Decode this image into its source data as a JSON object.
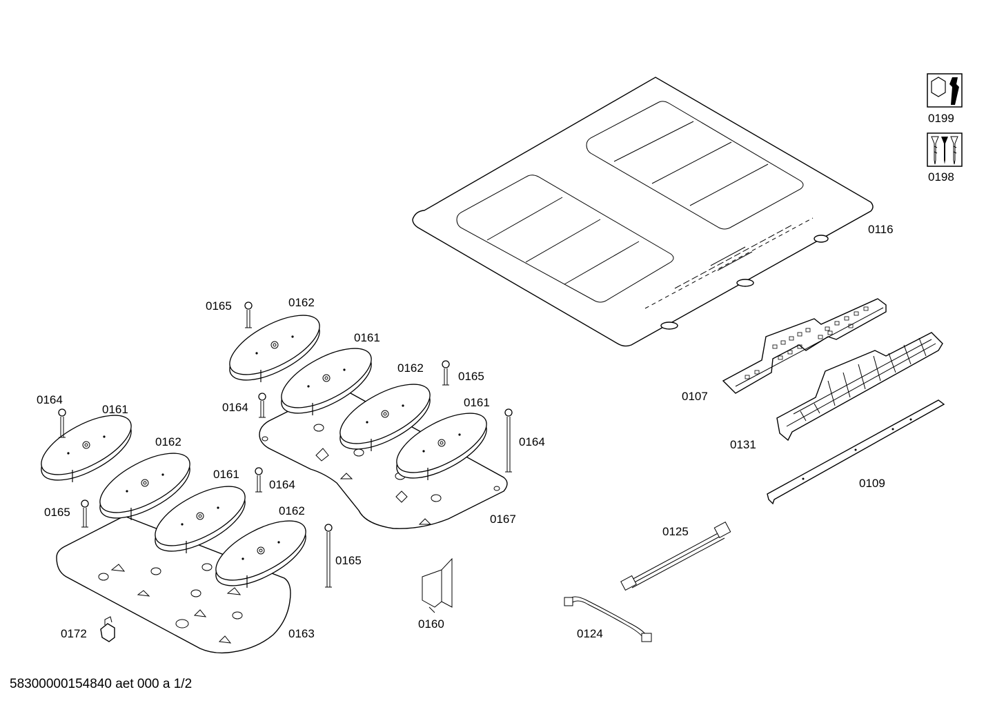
{
  "diagram": {
    "footer": "58300000154840 aet 000 a 1/2",
    "labels": {
      "l0199": "0199",
      "l0198": "0198",
      "l0116": "0116",
      "l0107": "0107",
      "l0131": "0131",
      "l0109": "0109",
      "l0125": "0125",
      "l0124": "0124",
      "l0160": "0160",
      "l0167": "0167",
      "l0172": "0172",
      "l0163": "0163",
      "l0165a": "0165",
      "l0162a": "0162",
      "l0161a": "0161",
      "l0162b": "0162",
      "l0165b": "0165",
      "l0161b": "0161",
      "l0164a": "0164",
      "l0164b": "0164",
      "l0164c": "0164",
      "l0161c": "0161",
      "l0162c": "0162",
      "l0161d": "0161",
      "l0164d": "0164",
      "l0165c": "0165",
      "l0162d": "0162",
      "l0165d": "0165"
    },
    "icons": {
      "service": "wrench-icon",
      "screws": "screws-icon"
    }
  }
}
